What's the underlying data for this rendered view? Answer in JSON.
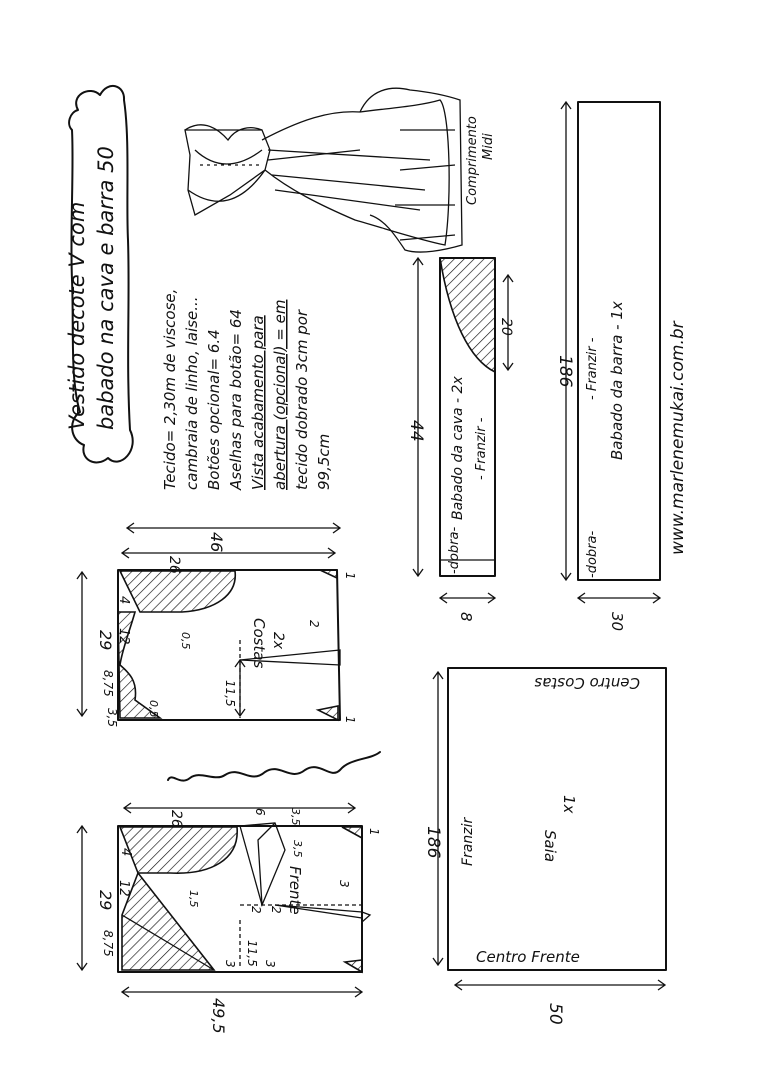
{
  "title": {
    "line1": "Vestido decote V com",
    "line2": "babado na cava e barra 50"
  },
  "materials": {
    "l1": "Tecido= 2,30m de viscose,",
    "l2": "cambraia de linho, laise...",
    "l3": "Botões opcional= 6.4",
    "l4": "Aselhas para botão= 64",
    "l5": "Vista acabamento para",
    "l6": "abertura (opcional) = em",
    "l7": "tecido dobrado 3cm por",
    "l8": "99,5cm"
  },
  "length_note": {
    "l1": "Comprimento",
    "l2": "Midi"
  },
  "babado_cava": {
    "label": "Babado da cava - 2x",
    "franzir": "- Franzir -",
    "dobra": "-dobra-",
    "len": "44",
    "width": "8",
    "inner": "20"
  },
  "babado_barra": {
    "label": "Babado da barra - 1x",
    "franzir": "- Franzir -",
    "dobra": "-dobra-",
    "len": "186",
    "width": "30"
  },
  "website": "www.marlenemukai.com.br",
  "back": {
    "label": "Costas",
    "count": "2x",
    "w_total": "46",
    "w_top": "26",
    "h": "29",
    "m1": "4",
    "m2": "12",
    "m3": "8,75",
    "m4": "3,5",
    "m5": "0,5",
    "m6": "0,5",
    "m7": "11,5",
    "m8": "1",
    "m9": "1",
    "dart": "2"
  },
  "front": {
    "label": "Frente",
    "w_total": "49,5",
    "w_top": "26",
    "h": "29",
    "m1": "4",
    "m2": "12",
    "m3": "8,75",
    "m4": "3",
    "m5": "1,5",
    "m6": "11,5",
    "m7": "3",
    "m8": "2",
    "m9": "3",
    "m10": "2",
    "m11": "6",
    "m12": "3,5",
    "m13": "1",
    "m14": "3,5"
  },
  "skirt": {
    "label": "Saia",
    "count": "1x",
    "franzir": "Franzir",
    "centro_costas": "Centro Costas",
    "centro_frente": "Centro Frente",
    "len": "186",
    "width": "50"
  },
  "signature": "Marlene Mukai"
}
